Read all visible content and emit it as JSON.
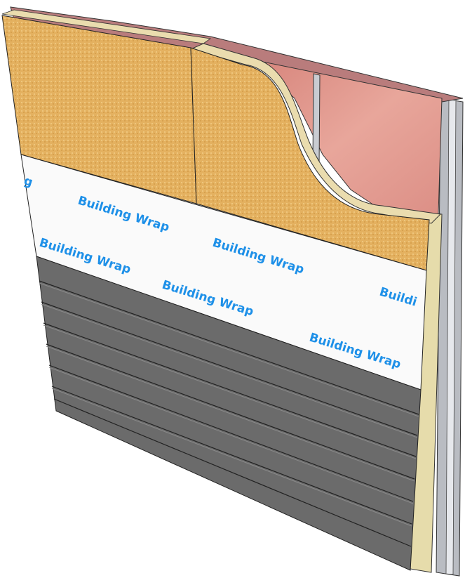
{
  "title": "Wall assembly cutaway",
  "wrap_labels": [
    {
      "text": "Building Wrap"
    },
    {
      "text": "Building Wrap"
    },
    {
      "text": "Building Wrap"
    },
    {
      "text": "Building Wrap"
    },
    {
      "text": "Building Wrap"
    },
    {
      "text": "Buildi"
    },
    {
      "text": "g"
    }
  ],
  "colors": {
    "osb": "#e6b35e",
    "insulation": "#e29a8e",
    "wrap": "#fafafa",
    "wrap_text": "#1e90e8",
    "siding": "#6b6b6b",
    "foam": "#eadcae",
    "stud": "#c9ccd2"
  }
}
